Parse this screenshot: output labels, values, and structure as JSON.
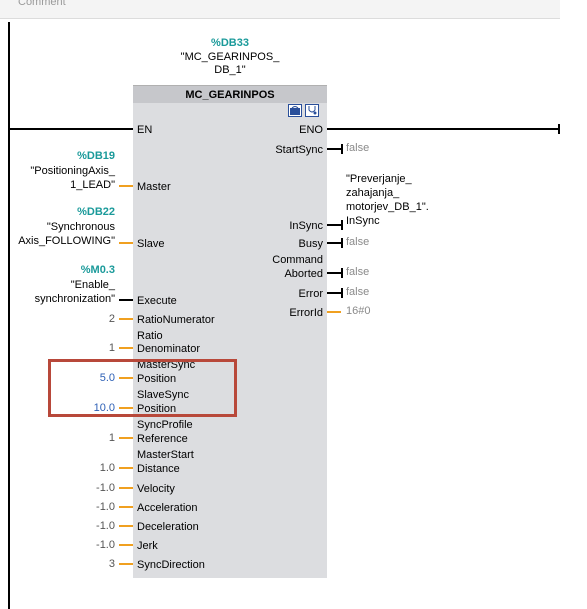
{
  "comment": "Comment",
  "instance": {
    "db": "%DB33",
    "name_line1": "\"MC_GEARINPOS_",
    "name_line2": "DB_1\""
  },
  "block_title": "MC_GEARINPOS",
  "icons": [
    "block-type-icon",
    "stethoscope-icon"
  ],
  "in_en": "EN",
  "out_eno": "ENO",
  "left_inputs": {
    "master": {
      "db": "%DB19",
      "l1": "\"PositioningAxis_",
      "l2": "1_LEAD\"",
      "pin": "Master"
    },
    "slave": {
      "db": "%DB22",
      "l1": "\"Synchronous",
      "l2": "Axis_FOLLOWING\"",
      "pin": "Slave"
    },
    "execute": {
      "db": "%M0.3",
      "l1": "\"Enable_",
      "l2": "synchronization\"",
      "pin": "Execute"
    },
    "ratio_num": {
      "val": "2",
      "pin": "RatioNumerator"
    },
    "ratio_den": {
      "val": "1",
      "pin1": "Ratio",
      "pin2": "Denominator"
    },
    "master_sync": {
      "val": "5.0",
      "pin1": "MasterSync",
      "pin2": "Position"
    },
    "slave_sync": {
      "val": "10.0",
      "pin1": "SlaveSync",
      "pin2": "Position"
    },
    "sync_profile": {
      "val": "1",
      "pin1": "SyncProfile",
      "pin2": "Reference"
    },
    "master_start": {
      "val": "1.0",
      "pin1": "MasterStart",
      "pin2": "Distance"
    },
    "velocity": {
      "val": "-1.0",
      "pin": "Velocity"
    },
    "acceleration": {
      "val": "-1.0",
      "pin": "Acceleration"
    },
    "deceleration": {
      "val": "-1.0",
      "pin": "Deceleration"
    },
    "jerk": {
      "val": "-1.0",
      "pin": "Jerk"
    },
    "sync_direction": {
      "val": "3",
      "pin": "SyncDirection"
    }
  },
  "right_outputs": {
    "start_sync": {
      "pin": "StartSync",
      "val": "false"
    },
    "in_sync": {
      "pin": "InSync",
      "l1": "\"Preverjanje_",
      "l2": "zahajanja_",
      "l3": "motorjev_DB_1\".",
      "l4": "InSync"
    },
    "busy": {
      "pin": "Busy",
      "val": "false"
    },
    "cmd_aborted": {
      "pin1": "Command",
      "pin2": "Aborted",
      "val": "false"
    },
    "error": {
      "pin": "Error",
      "val": "false"
    },
    "error_id": {
      "pin": "ErrorId",
      "val": "16#0"
    }
  }
}
